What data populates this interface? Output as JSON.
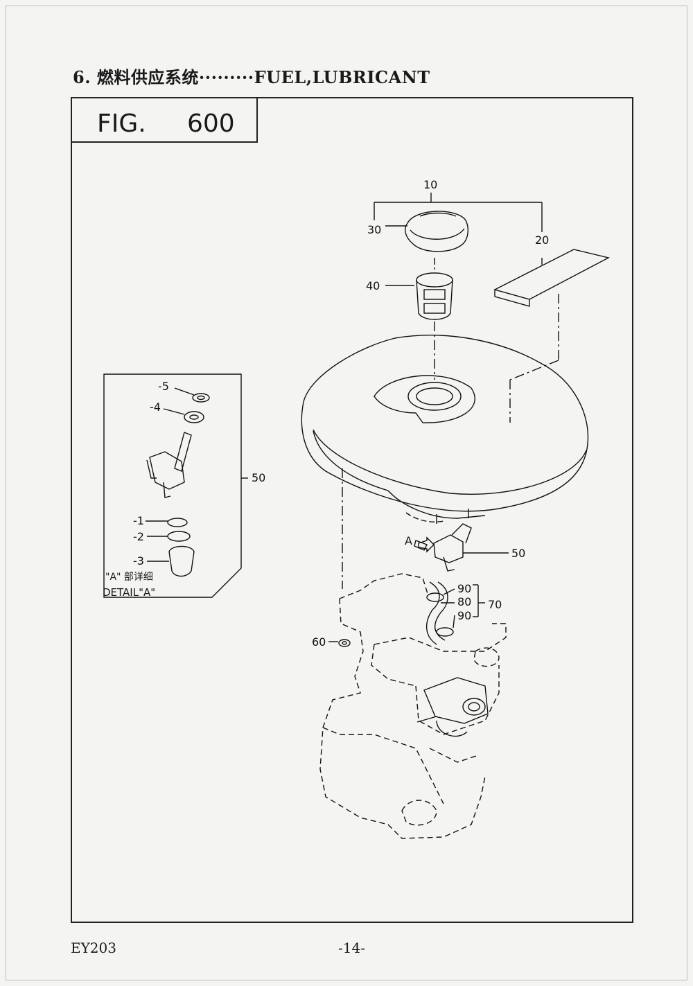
{
  "header": {
    "section_title": "6. 燃料供应系统·········FUEL,LUBRICANT"
  },
  "figure": {
    "label": "FIG.",
    "number": "600"
  },
  "callouts": {
    "c10": "10",
    "c20": "20",
    "c30": "30",
    "c40": "40",
    "c50_detail": "50",
    "c50_main": "50",
    "c60": "60",
    "c70": "70",
    "c80": "80",
    "c90_top": "90",
    "c90_bottom": "90",
    "c_minus5": "-5",
    "c_minus4": "-4",
    "c_minus1": "-1",
    "c_minus2": "-2",
    "c_minus3": "-3",
    "arrow_a": "A"
  },
  "detail": {
    "caption_cn": "\"A\" 部详细",
    "caption_en": "DETAIL\"A\""
  },
  "footer": {
    "model": "EY203",
    "page": "-14-"
  }
}
